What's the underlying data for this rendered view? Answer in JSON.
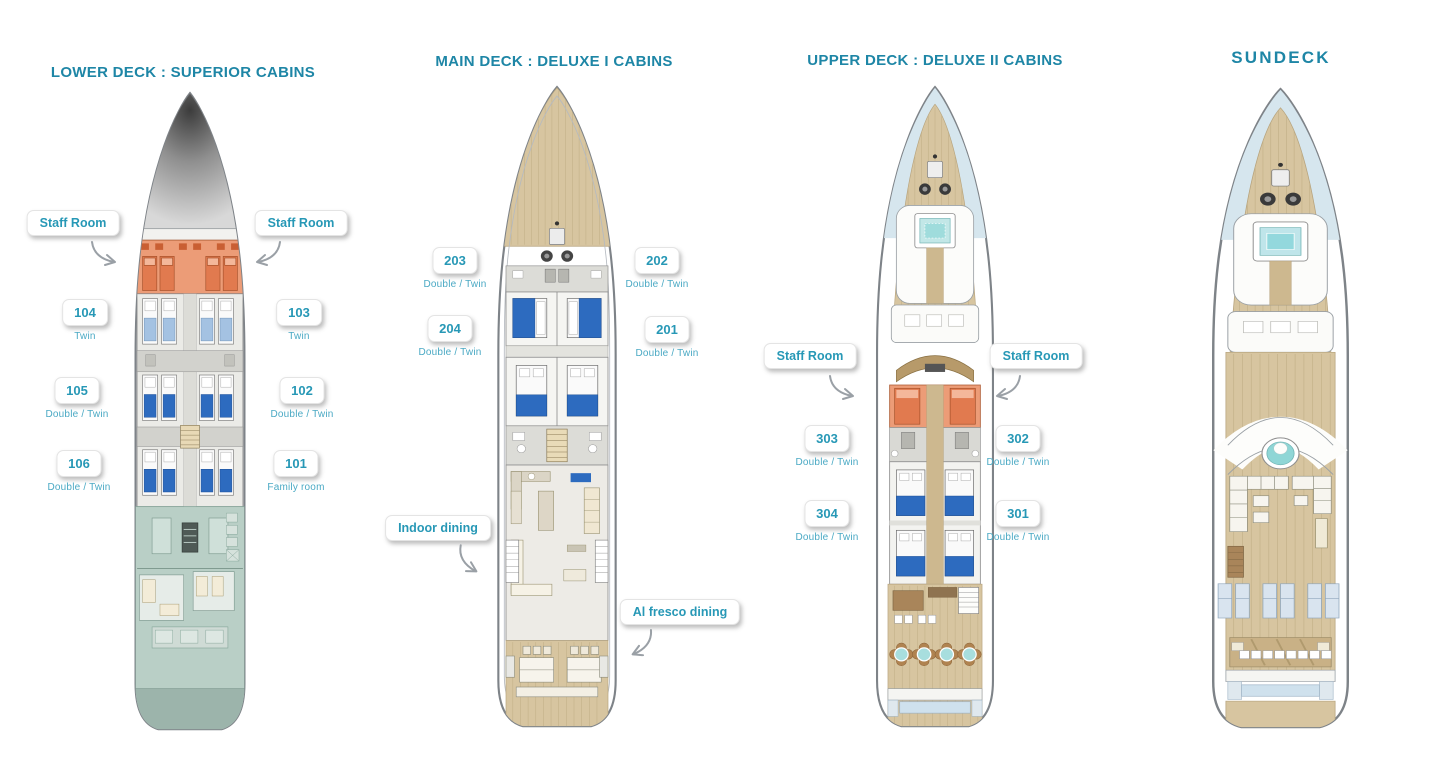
{
  "colors": {
    "accent_teal": "#1e86a6",
    "label_text_teal": "#2798b6",
    "staff_area_salmon": "#ec9c77",
    "bed_blue": "#2d6bbf",
    "bed_light_blue": "#a4c2e2",
    "deck_wood": "#d7c5a0",
    "stern_area_teal": "#b9cfc6",
    "jacuzzi_teal": "#8fd6d6",
    "glass_blue": "#d6e6ee"
  },
  "decks": [
    {
      "title": "LOWER DECK : SUPERIOR CABINS",
      "annotations": {
        "staff_left": "Staff Room",
        "staff_right": "Staff Room"
      },
      "cabins": [
        {
          "number": "104",
          "type": "Twin"
        },
        {
          "number": "103",
          "type": "Twin"
        },
        {
          "number": "105",
          "type": "Double / Twin"
        },
        {
          "number": "102",
          "type": "Double / Twin"
        },
        {
          "number": "106",
          "type": "Double / Twin"
        },
        {
          "number": "101",
          "type": "Family room"
        }
      ]
    },
    {
      "title": "MAIN DECK : DELUXE I CABINS",
      "annotations": {
        "indoor_dining": "Indoor dining",
        "al_fresco_dining": "Al fresco dining"
      },
      "cabins": [
        {
          "number": "203",
          "type": "Double / Twin"
        },
        {
          "number": "202",
          "type": "Double / Twin"
        },
        {
          "number": "204",
          "type": "Double / Twin"
        },
        {
          "number": "201",
          "type": "Double / Twin"
        }
      ]
    },
    {
      "title": "UPPER DECK : DELUXE II CABINS",
      "annotations": {
        "staff_left": "Staff Room",
        "staff_right": "Staff Room"
      },
      "cabins": [
        {
          "number": "303",
          "type": "Double / Twin"
        },
        {
          "number": "302",
          "type": "Double / Twin"
        },
        {
          "number": "304",
          "type": "Double / Twin"
        },
        {
          "number": "301",
          "type": "Double / Twin"
        }
      ]
    },
    {
      "title": "SUNDECK"
    }
  ]
}
